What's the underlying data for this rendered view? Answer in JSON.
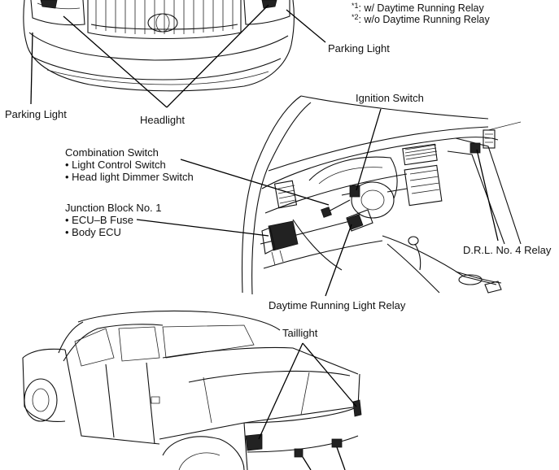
{
  "notes": {
    "n1_marker": "*1",
    "n1_text": ": w/ Daytime Running Relay",
    "n2_marker": "*2",
    "n2_text": ": w/o Daytime Running Relay"
  },
  "labels": {
    "parking_light_right": "Parking Light",
    "parking_light_left": "Parking Light",
    "headlight": "Headlight",
    "ignition_switch": "Ignition Switch",
    "combination_switch": "Combination Switch",
    "light_control_switch": "• Light Control Switch",
    "head_light_dimmer_switch": "• Head light Dimmer Switch",
    "junction_block": "Junction Block No. 1",
    "ecu_b_fuse": "• ECU–B Fuse",
    "body_ecu": "• Body ECU",
    "drl_relay": "D.R.L. No. 4 Relay",
    "daytime_running_light_relay": "Daytime Running Light Relay",
    "taillight": "Taillight"
  },
  "colors": {
    "line": "#111111",
    "background": "#ffffff"
  }
}
